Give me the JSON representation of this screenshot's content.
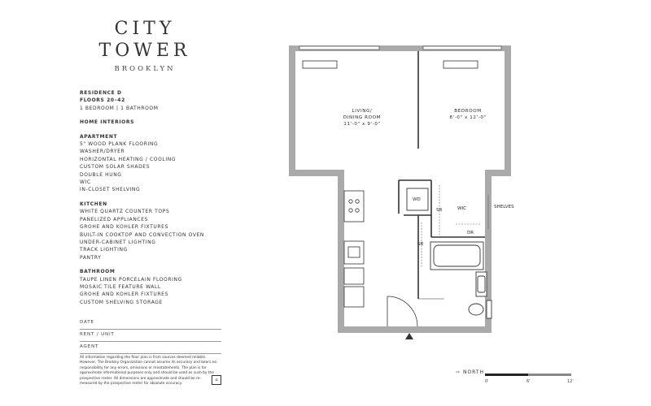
{
  "brand": {
    "line1": "CITY",
    "line2": "TOWER",
    "line3": "BROOKLYN"
  },
  "residence": {
    "name": "RESIDENCE D",
    "floors": "FLOORS 20–42",
    "layout": "1 BEDROOM  |  1 BATHROOM"
  },
  "home_interiors_title": "HOME INTERIORS",
  "apartment": {
    "title": "APARTMENT",
    "items": [
      "5\" WOOD PLANK FLOORING",
      "WASHER/DRYER",
      "HORIZONTAL HEATING / COOLING",
      "CUSTOM SOLAR SHADES",
      "DOUBLE HUNG",
      "WIC",
      "IN-CLOSET SHELVING"
    ]
  },
  "kitchen": {
    "title": "KITCHEN",
    "items": [
      "WHITE QUARTZ COUNTER TOPS",
      "PANELIZED APPLIANCES",
      "GROHE AND KOHLER FIXTURES",
      "BUILT-IN COOKTOP AND CONVECTION OVEN",
      "UNDER-CABINET LIGHTING",
      "TRACK LIGHTING",
      "PANTRY"
    ]
  },
  "bathroom": {
    "title": "BATHROOM",
    "items": [
      "TAUPE LINEN PORCELAIN FLOORING",
      "MOSAIC TILE FEATURE WALL",
      "GROHE AND KOHLER FIXTURES",
      "CUSTOM SHELVING STORAGE"
    ]
  },
  "form": {
    "date": "DATE",
    "rent": "RENT / UNIT",
    "agent": "AGENT"
  },
  "disclaimer": "All information regarding the floor plan is from sources deemed reliable. However, The Brodsky Organization cannot assume its accuracy and bears no responsibility for any errors, omissions or misstatements. The plan is for approximate informational purposes only and should be used as such by the prospective renter. All dimensions are approximate and should be re-measured by the prospective renter for absolute accuracy.",
  "rooms": {
    "living_name_1": "LIVING/",
    "living_name_2": "DINING ROOM",
    "living_dims": "11'-0\" x 9'-0\"",
    "bedroom_name": "BEDROOM",
    "bedroom_dims": "8'-0\" x 12'-0\"",
    "wd": "WD",
    "sr1": "SR",
    "sr2": "SR",
    "wic": "WIC",
    "dr": "DR",
    "shelves": "SHELVES"
  },
  "north_label": "NORTH",
  "scale": {
    "labels": [
      "0'",
      "6'",
      "12'"
    ]
  },
  "colors": {
    "wall": "#aaaaaa",
    "line": "#333333",
    "text": "#2a2a2a"
  }
}
